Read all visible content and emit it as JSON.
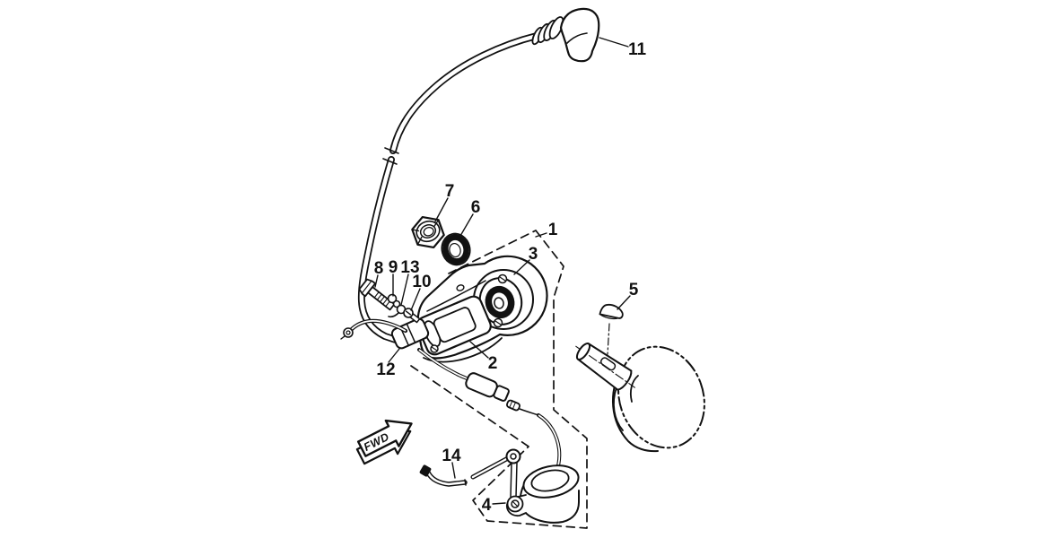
{
  "diagram": {
    "background": "#ffffff",
    "line_color": "#111111",
    "callouts": [
      {
        "number": "1"
      },
      {
        "number": "2"
      },
      {
        "number": "3"
      },
      {
        "number": "4"
      },
      {
        "number": "5"
      },
      {
        "number": "6"
      },
      {
        "number": "7"
      },
      {
        "number": "8"
      },
      {
        "number": "9"
      },
      {
        "number": "10"
      },
      {
        "number": "11"
      },
      {
        "number": "12"
      },
      {
        "number": "13"
      },
      {
        "number": "14"
      }
    ],
    "direction_marker": {
      "label": "FWD"
    }
  }
}
